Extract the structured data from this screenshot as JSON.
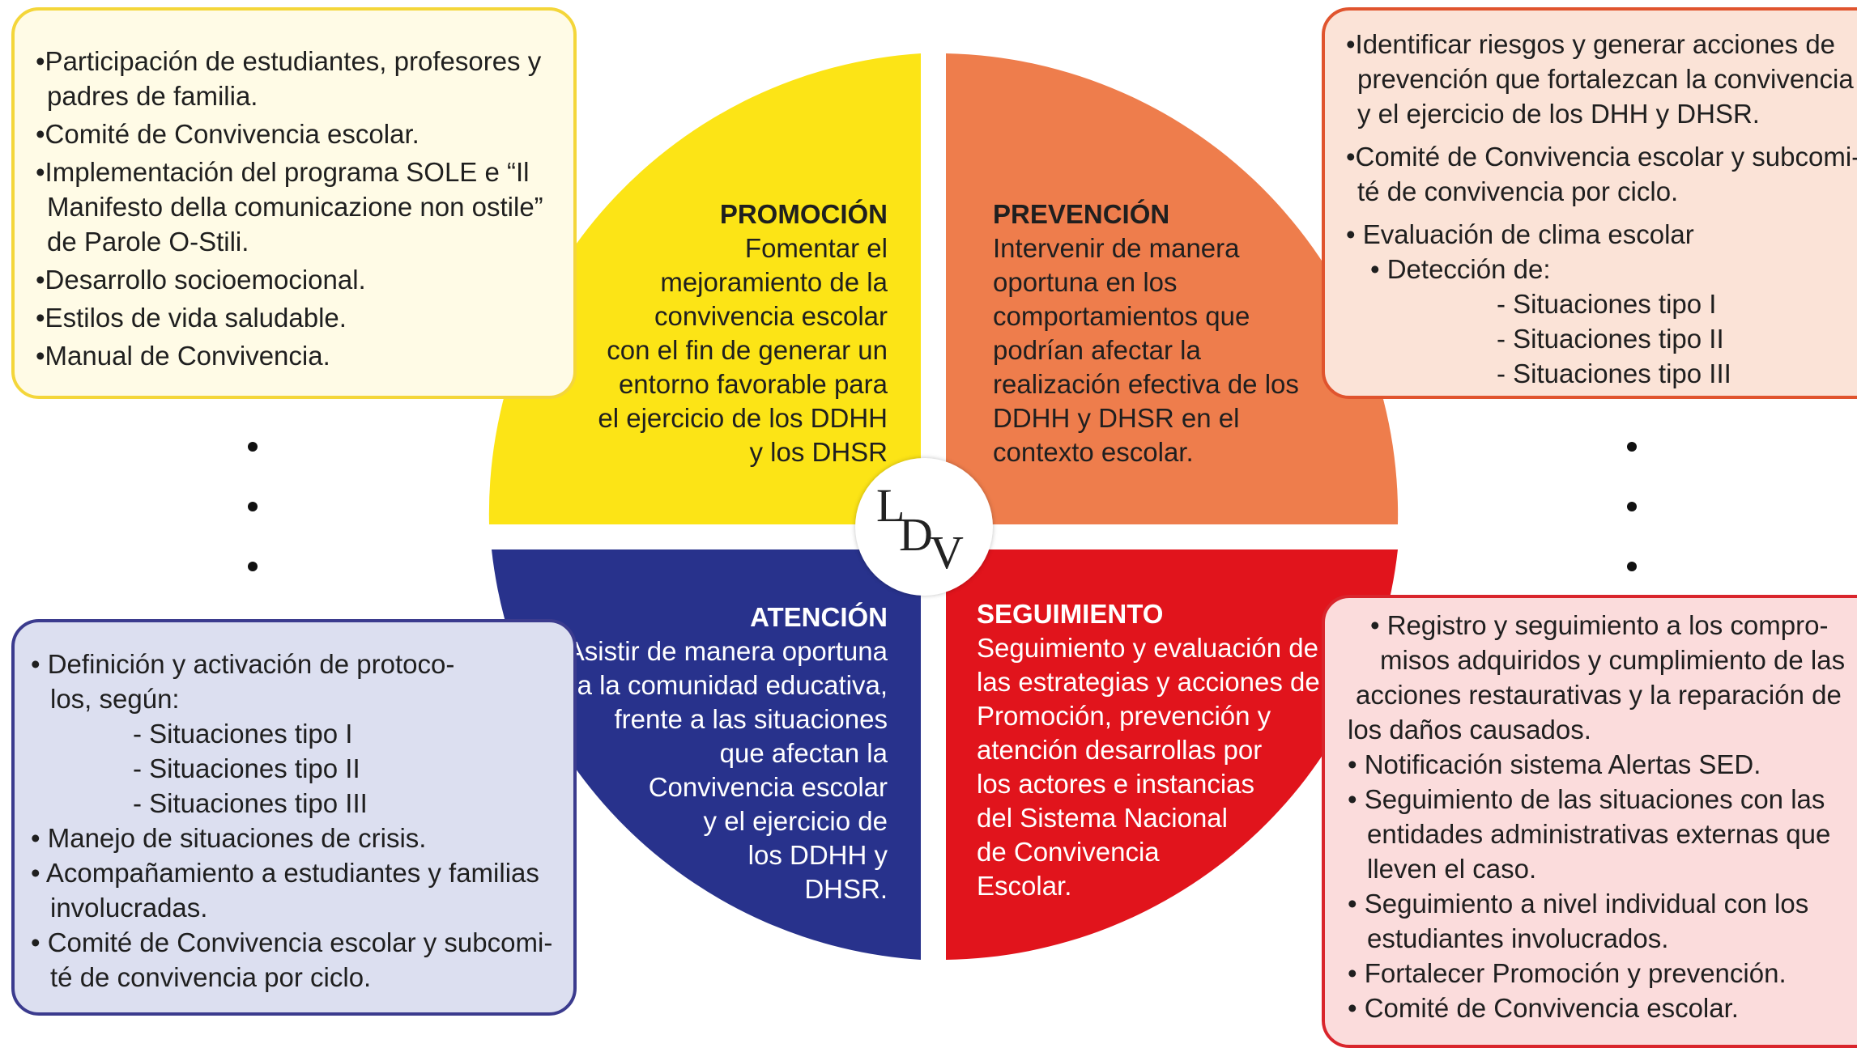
{
  "colors": {
    "promocion": "#fce416",
    "prevencion": "#ee7d4c",
    "atencion": "#28328c",
    "seguimiento": "#e1141c"
  },
  "promocion": {
    "title": "PROMOCIÓN",
    "lines": [
      "Fomentar el",
      "mejoramiento de la",
      "convivencia escolar",
      "con el fin de generar un",
      "entorno favorable para",
      "el ejercicio de los DDHH",
      "y los DHSR"
    ]
  },
  "prevencion": {
    "title": "PREVENCIÓN",
    "lines": [
      "Intervenir de manera",
      "oportuna en los",
      "comportamientos que",
      "podrían afectar la",
      "realización efectiva de los",
      "DDHH y DHSR en el",
      "contexto escolar."
    ]
  },
  "atencion": {
    "title": "ATENCIÓN",
    "lines": [
      "Asistir de manera oportuna",
      "a la comunidad educativa,",
      "frente a las situaciones",
      "que afectan la",
      "Convivencia escolar",
      "y el ejercicio de",
      "los DDHH y",
      "DHSR."
    ]
  },
  "seguimiento": {
    "title": "SEGUIMIENTO",
    "lines": [
      "Seguimiento y evaluación de",
      "las estrategias y acciones de",
      "Promoción, prevención y",
      "atención desarrollas por",
      "los actores e instancias",
      "del Sistema Nacional",
      "de Convivencia",
      "Escolar."
    ]
  },
  "logo": {
    "l": "L",
    "d": "D",
    "v": "V"
  },
  "box_promocion": [
    "•Participación de estudiantes, profesores y",
    "  padres de familia.",
    "•Comité de Convivencia escolar.",
    "•Implementación del programa SOLE e  “Il",
    "  Manifesto della comunicazione non ostile”",
    "  de Parole O-Stili.",
    "•Desarrollo socioemocional.",
    "•Estilos de vida saludable.",
    "•Manual de Convivencia."
  ],
  "box_prevencion": [
    "•Identificar riesgos y generar acciones de",
    "  prevención que fortalezcan la convivencia",
    "  y el ejercicio de los DHH y DHSR.",
    "•Comité de Convivencia escolar y subcomi-",
    "  té de convivencia por ciclo.",
    "• Evaluación de clima escolar",
    "     • Detección de:",
    "                    - Situaciones tipo I",
    "                    - Situaciones tipo II",
    "                    - Situaciones tipo III"
  ],
  "box_atencion": [
    "•  Definición y activación de protoco-",
    "    los, según:",
    "               - Situaciones tipo I",
    "               - Situaciones tipo II",
    "               - Situaciones tipo III",
    "•  Manejo de situaciones de crisis.",
    "•  Acompañamiento a estudiantes y familias",
    "    involucradas.",
    "•  Comité de Convivencia escolar y subcomi-",
    "    té de convivencia por ciclo."
  ],
  "box_seguimiento": [
    "      • Registro y seguimiento a los compro-",
    "    misos adquiridos y cumplimiento de las",
    "  acciones restaurativas y la reparación de",
    "  los daños causados.",
    "• Notificación sistema Alertas SED.",
    "•  Seguimiento de las situaciones con las",
    "    entidades administrativas externas que",
    "    lleven el caso.",
    "•  Seguimiento a nivel individual con los",
    "    estudiantes involucrados.",
    "•  Fortalecer Promoción y prevención.",
    "•  Comité de Convivencia escolar."
  ]
}
